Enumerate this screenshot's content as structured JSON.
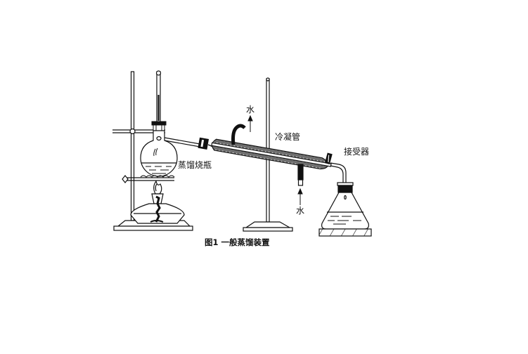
{
  "figure": {
    "caption": "图1  一般蒸馏装置",
    "labels": {
      "flask": "蒸馏烧瓶",
      "condenser": "冷凝管",
      "receiver": "接受器",
      "water_out": "水",
      "water_in": "水"
    },
    "components": [
      "ring stand (left)",
      "thermometer",
      "rubber stopper",
      "distillation flask",
      "wire gauze on ring",
      "alcohol lamp",
      "condenser",
      "ring stand (middle)",
      "water hose out",
      "water hose in",
      "adapter",
      "Erlenmeyer flask",
      "wooden block"
    ],
    "colors": {
      "line": "#111111",
      "condenser_fill": "#777777",
      "background": "#ffffff"
    }
  }
}
